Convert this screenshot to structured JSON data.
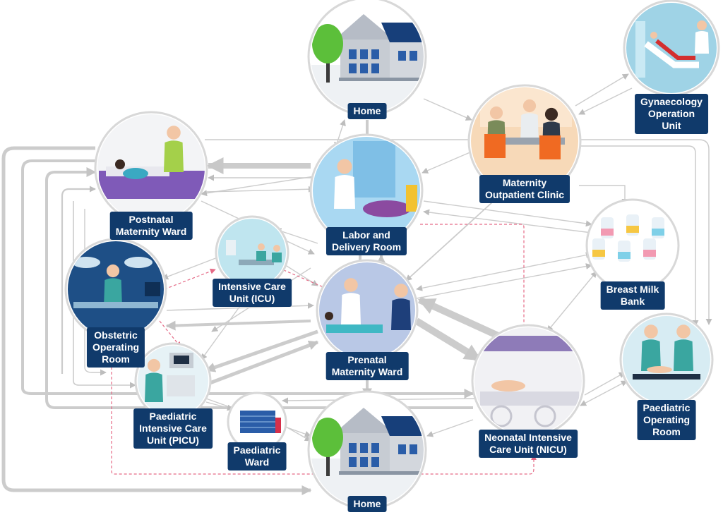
{
  "colors": {
    "navy": "#103a6b",
    "arrow_gray": "#c9c9c9",
    "referral_pink": "#e56a86",
    "circle_ring": "#d8d8d8"
  },
  "nodes": {
    "home_top": {
      "label": "Home",
      "icon": "house-icon"
    },
    "gynaecology": {
      "label": "Gynaecology\nOperation Unit",
      "icon": "gynaecology-icon"
    },
    "maternity_outpatient": {
      "label": "Maternity\nOutpatient Clinic",
      "icon": "outpatient-clinic-icon"
    },
    "postnatal": {
      "label": "Postnatal\nMaternity Ward",
      "icon": "postnatal-ward-icon"
    },
    "labor_delivery": {
      "label": "Labor and\nDelivery Room",
      "icon": "delivery-room-icon"
    },
    "breast_milk": {
      "label": "Breast Milk\nBank",
      "icon": "milk-bottles-icon"
    },
    "icu": {
      "label": "Intensive Care\nUnit (ICU)",
      "icon": "icu-icon"
    },
    "obstetric_or": {
      "label": "Obstetric\nOperating\nRoom",
      "icon": "operating-room-icon"
    },
    "prenatal": {
      "label": "Prenatal\nMaternity Ward",
      "icon": "prenatal-ward-icon"
    },
    "nicu": {
      "label": "Neonatal Intensive\nCare Unit (NICU)",
      "icon": "incubator-icon"
    },
    "paediatric_or": {
      "label": "Paediatric\nOperating\nRoom",
      "icon": "surgeons-icon"
    },
    "picu": {
      "label": "Paediatric\nIntensive Care\nUnit (PICU)",
      "icon": "picu-icon"
    },
    "paediatric_ward": {
      "label": "Paediatric\nWard",
      "icon": "hospital-bed-icon"
    },
    "home_bottom": {
      "label": "Home",
      "icon": "house-icon"
    }
  }
}
